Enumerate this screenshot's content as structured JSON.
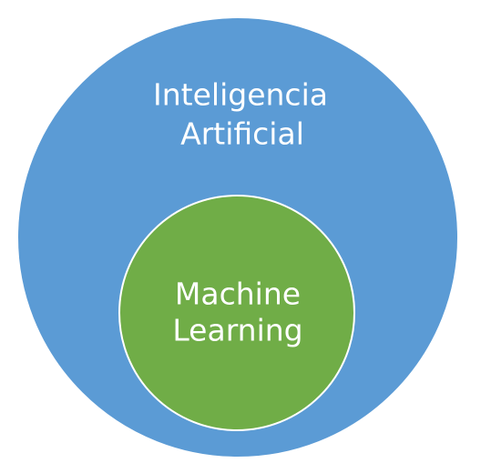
{
  "diagram": {
    "outer": {
      "line1": "Inteligencia",
      "line2": "Artificial",
      "fill": "#5B9BD5",
      "stroke": "#FFFFFF"
    },
    "inner": {
      "line1": "Machine",
      "line2": "Learning",
      "fill": "#70AD47",
      "stroke": "#FFFFFF"
    }
  }
}
